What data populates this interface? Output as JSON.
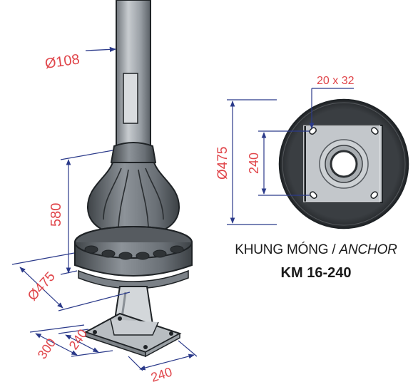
{
  "colors": {
    "dimension": "#e0454a",
    "dim_line": "#2b3a8a",
    "metal_dark": "#4d5257",
    "metal_mid": "#8a9096",
    "metal_light": "#c9cdd1",
    "outline": "#1f2326"
  },
  "dimensions": {
    "pole_diameter": "Ø108",
    "base_height": "580",
    "base_diameter": "Ø475",
    "plate_depth": "300",
    "plate_inner": "240",
    "plate_width": "240",
    "anchor_diameter": "Ø475",
    "anchor_spacing": "240",
    "bolt_hole": "20 x 32"
  },
  "caption": {
    "line1_regular": "KHUNG MÓNG / ",
    "line1_italic": "ANCHOR",
    "model": "KM 16-240"
  }
}
